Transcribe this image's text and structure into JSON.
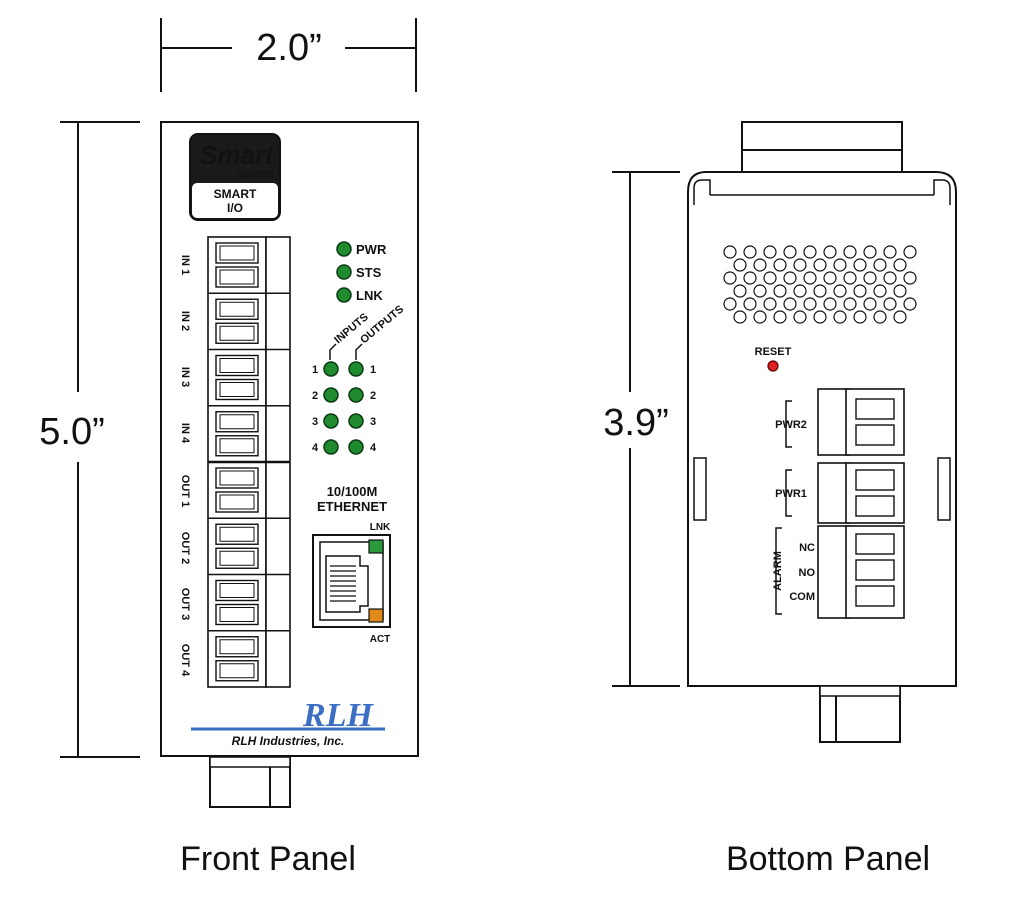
{
  "dimensions": {
    "front_width": "2.0”",
    "front_height": "5.0”",
    "bottom_height": "3.9”"
  },
  "front_panel": {
    "caption": "Front Panel",
    "logo": {
      "brand": "Smart",
      "series": "SERIES",
      "model_line1": "SMART",
      "model_line2": "I/O"
    },
    "status_leds": [
      "PWR",
      "STS",
      "LNK"
    ],
    "io_headers": {
      "inputs": "INPUTS",
      "outputs": "OUTPUTS"
    },
    "io_numbers": [
      "1",
      "2",
      "3",
      "4"
    ],
    "terminals": [
      "IN 1",
      "IN 2",
      "IN 3",
      "IN 4",
      "OUT 1",
      "OUT 2",
      "OUT 3",
      "OUT 4"
    ],
    "ethernet": {
      "line1": "10/100M",
      "line2": "ETHERNET",
      "lnk": "LNK",
      "act": "ACT"
    },
    "company": {
      "mark": "RLH",
      "name": "RLH Industries, Inc."
    }
  },
  "bottom_panel": {
    "caption": "Bottom Panel",
    "reset": "RESET",
    "power1": "PWR2",
    "power2": "PWR1",
    "alarm": {
      "label": "ALARM",
      "pins": [
        "NC",
        "NO",
        "COM"
      ]
    }
  },
  "colors": {
    "led_green": "#1f8a2e",
    "reset_red": "#e02020",
    "lnk_led": "#2a9a3a",
    "act_led": "#e08a1a",
    "logo_blue": "#3a6fc4"
  }
}
